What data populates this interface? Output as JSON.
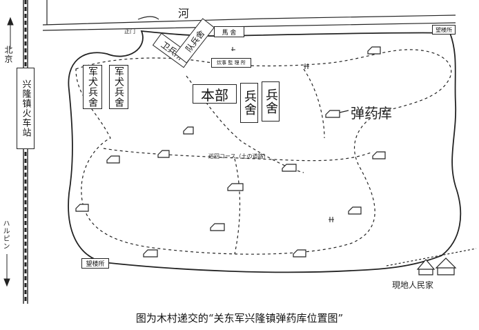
{
  "map": {
    "station_label": "兴隆镇火车站",
    "headquarters_label": "本部",
    "barracks_label": "兵舍",
    "military_dog_barracks_label": "军犬兵舍",
    "guard_post_label": "卫兵所",
    "squad_barracks_label": "队兵舍",
    "ammo_depot_label": "弹药库",
    "river_label": "河",
    "gate_top_left": "正门",
    "post_bottom_left": "望楼所",
    "post_top_right": "望楼所",
    "inspection_path_label": "巡回コース（土の道路）",
    "north_label": "北京",
    "south_label": "ハルピン",
    "top_small_label": "馬 舍",
    "office_label": "炊事 監 理 所",
    "residence_label": "現地人民家"
  },
  "caption": "图为木村递交的“关东军兴隆镇弹药库位置图”"
}
